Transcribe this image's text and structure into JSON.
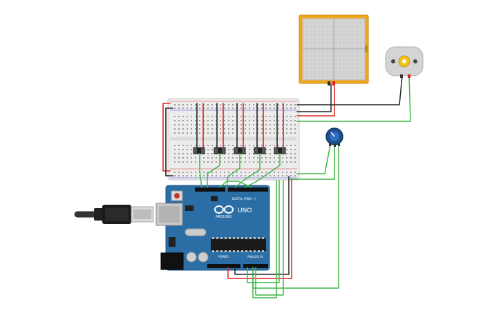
{
  "board": {
    "brand": "ARDUINO",
    "model": "UNO",
    "digital_label": "DIGITAL (PWM ~)",
    "power_label": "POWER",
    "analog_label": "ANALOG IN"
  },
  "colors": {
    "wire_red": "#e0201b",
    "wire_black": "#222222",
    "wire_green": "#3cb543",
    "board_blue": "#2b6ea6",
    "sensor_frame": "#f2a81d"
  },
  "icons": {
    "usb_cable": "usb-cable-icon",
    "potentiometer": "potentiometer-icon",
    "motor": "dc-motor-icon",
    "sensor": "force-sensor-icon"
  }
}
